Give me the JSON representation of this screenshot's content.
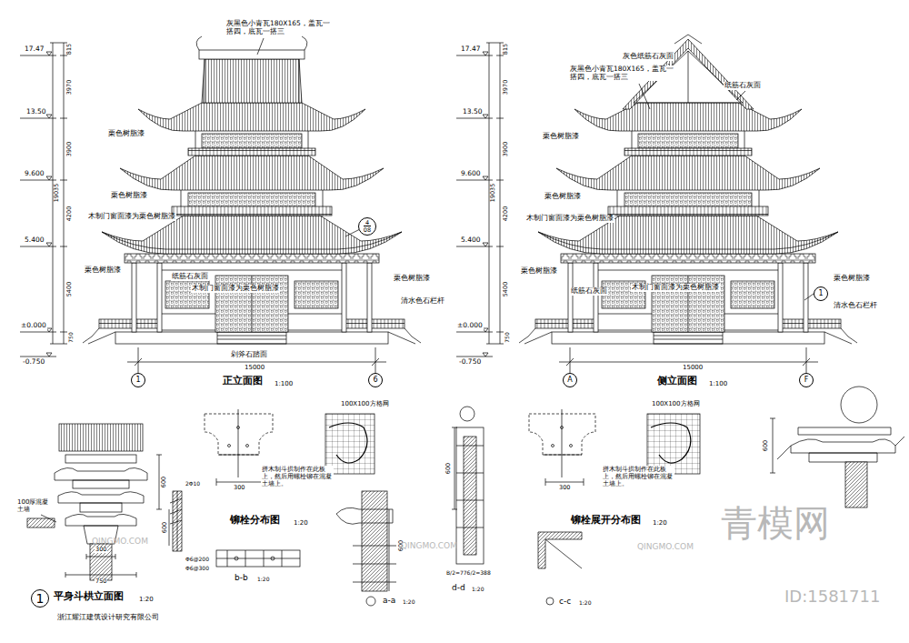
{
  "diagram": {
    "nodes": [
      {
        "text": [
          "1"
        ]
      },
      {
        "text": [
          "6"
        ]
      },
      {
        "text": [
          "A"
        ]
      },
      {
        "text": [
          "F"
        ]
      },
      {
        "text": [
          "4",
          "08"
        ]
      },
      {
        "text": [
          "1"
        ]
      },
      {
        "text": [
          "1"
        ]
      }
    ],
    "labels": [
      "灰黑色小青瓦180X165，盖瓦一搭四，底瓦一搭三",
      "栗色树脂漆",
      "栗色树脂漆",
      "木制门窗面漆为栗色树脂漆",
      "栗色树脂漆",
      "纸筋石灰面",
      "木制门窗面漆为栗色树脂漆",
      "栗色树脂漆",
      "清水色石栏杆",
      "剁斧石踏面",
      "17.47",
      "13.50",
      "9.600",
      "5.400",
      "±0.000",
      "-0.750",
      "815",
      "3970",
      "3900",
      "4200",
      "5400",
      "750",
      "19035",
      "15000",
      "正立面图",
      "1:100",
      "灰色纸筋石灰面",
      "纸筋石灰面",
      "灰黑色小青瓦180X165，盖瓦一搭四，底瓦一搭三",
      "栗色树脂漆",
      "栗色树脂漆",
      "木制门窗面漆为栗色树脂漆",
      "栗色树脂漆",
      "纸筋石灰面",
      "木制门窗面漆为栗色树脂漆",
      "栗色树脂漆",
      "清水色石栏杆",
      "17.47",
      "13.50",
      "9.600",
      "5.400",
      "±0.000",
      "-0.750",
      "815",
      "3970",
      "3900",
      "4200",
      "5400",
      "750",
      "19035",
      "15000",
      "侧立面图",
      "1:100",
      "平身斗栱立面图",
      "1:20",
      "100厚混凝土墙",
      "600",
      "300",
      "750",
      "2Φ10",
      "Φ6@200",
      "Φ6@300",
      "600",
      "300",
      "拼木制斗拱制作在此板上，然后用螺栓铆在混凝土墙上。",
      "100X100方格网",
      "铆栓分布图",
      "1:20",
      "b-b",
      "1:20",
      "600",
      "a-a",
      "1:20",
      "600",
      "B/2=776/2=388",
      "d-d",
      "1:20",
      "c-c",
      "1:20",
      "300",
      "拼木制斗拱制作在此板上，然后用螺栓铆在混凝土墙上。",
      "100X100方格网",
      "铆栓展开分布图",
      "1:20",
      "600",
      "浙江耀江建筑设计研究有限公司",
      "青模网",
      "ID:1581711",
      "QINGMO.COM",
      "QINGMO.COM",
      "QINGMO.COM"
    ]
  }
}
